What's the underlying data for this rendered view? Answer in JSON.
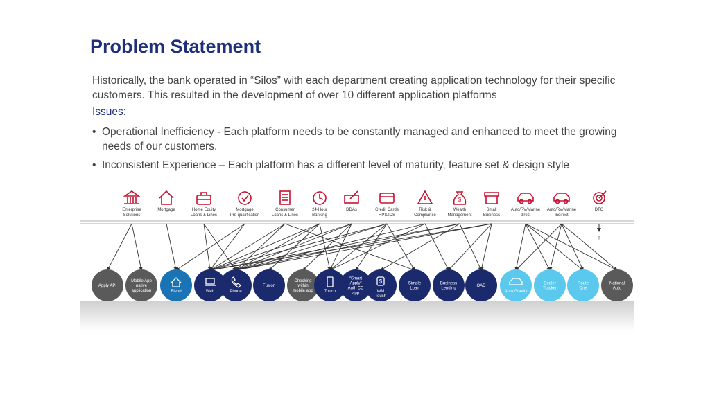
{
  "title": "Problem Statement",
  "intro": "Historically, the bank operated in “Silos” with each department creating application technology for their specific customers. This resulted in the development of over 10 different application platforms",
  "issues_label": "Issues:",
  "bullets": [
    "Operational Inefficiency - Each platform needs to be constantly managed and enhanced to meet the growing needs of our customers.",
    "Inconsistent Experience – Each platform has a different level of maturity, feature set & design style"
  ],
  "departments": [
    {
      "label": [
        "Enterprise",
        "Solutions"
      ],
      "icon": "bank-icon"
    },
    {
      "label": [
        "Mortgage"
      ],
      "icon": "house-icon"
    },
    {
      "label": [
        "Home Equity",
        "Loans & Lines"
      ],
      "icon": "toolbox-icon"
    },
    {
      "label": [
        "Mortgage",
        "Pre qualification"
      ],
      "icon": "checkmark-badge-icon"
    },
    {
      "label": [
        "Consumer",
        "Loans & Lines"
      ],
      "icon": "document-icon"
    },
    {
      "label": [
        "24-Hour",
        "Banking"
      ],
      "icon": "clock-icon"
    },
    {
      "label": [
        "DDAs"
      ],
      "icon": "checkbook-icon"
    },
    {
      "label": [
        "Credit Cards",
        "RPS/ICS"
      ],
      "icon": "credit-card-icon"
    },
    {
      "label": [
        "Risk &",
        "Compliance"
      ],
      "icon": "warning-icon"
    },
    {
      "label": [
        "Wealth",
        "Management"
      ],
      "icon": "money-bag-icon"
    },
    {
      "label": [
        "Small",
        "Business"
      ],
      "icon": "storefront-icon"
    },
    {
      "label": [
        "Auto/RV/Marine",
        "direct"
      ],
      "icon": "car-icon"
    },
    {
      "label": [
        "Auto/RV/Marine",
        "indirect"
      ],
      "icon": "car-icon"
    },
    {
      "label": [
        "DTO"
      ],
      "icon": "target-icon"
    }
  ],
  "unknown_label": "?",
  "platforms": [
    {
      "label": [
        "Apply API"
      ],
      "color": "#5a5a5a"
    },
    {
      "label": [
        "Mobile App",
        "native",
        "application"
      ],
      "color": "#5a5a5a"
    },
    {
      "label": [
        "Blend"
      ],
      "color": "#1a73b5",
      "icon": "house-icon"
    },
    {
      "label": [
        "Web"
      ],
      "color": "#1a2a6c",
      "icon": "laptop-icon"
    },
    {
      "label": [
        "Phone"
      ],
      "color": "#1a2a6c",
      "icon": "phone-icon"
    },
    {
      "label": [
        "Fusion"
      ],
      "color": "#1a2a6c"
    },
    {
      "label": [
        "Checking",
        "within",
        "mobile app"
      ],
      "color": "#5a5a5a"
    },
    {
      "label": [
        "Touch"
      ],
      "color": "#1a2a6c",
      "icon": "touch-icon"
    },
    {
      "label": [
        "“Smart",
        "Apply”",
        "Auth CC",
        "app"
      ],
      "color": "#1a2a6c"
    },
    {
      "label": [
        "WM",
        "Touch"
      ],
      "color": "#1a2a6c",
      "icon": "dollar-icon"
    },
    {
      "label": [
        "Simple",
        "Loan"
      ],
      "color": "#1a2a6c"
    },
    {
      "label": [
        "Business",
        "Lending"
      ],
      "color": "#1a2a6c"
    },
    {
      "label": [
        "OAD"
      ],
      "color": "#1a2a6c"
    },
    {
      "label": [
        "Auto Gravity"
      ],
      "color": "#5bc8ee",
      "icon": "car-outline-icon"
    },
    {
      "label": [
        "Dealer",
        "Tracker"
      ],
      "color": "#5bc8ee"
    },
    {
      "label": [
        "Route",
        "One"
      ],
      "color": "#5bc8ee"
    },
    {
      "label": [
        "National",
        "Auto"
      ],
      "color": "#5a5a5a"
    }
  ],
  "colors": {
    "title": "#1f2f7a",
    "icon_red": "#c8102e",
    "navy": "#1a2a6c",
    "light_blue": "#5bc8ee",
    "gray": "#5a5a5a"
  }
}
